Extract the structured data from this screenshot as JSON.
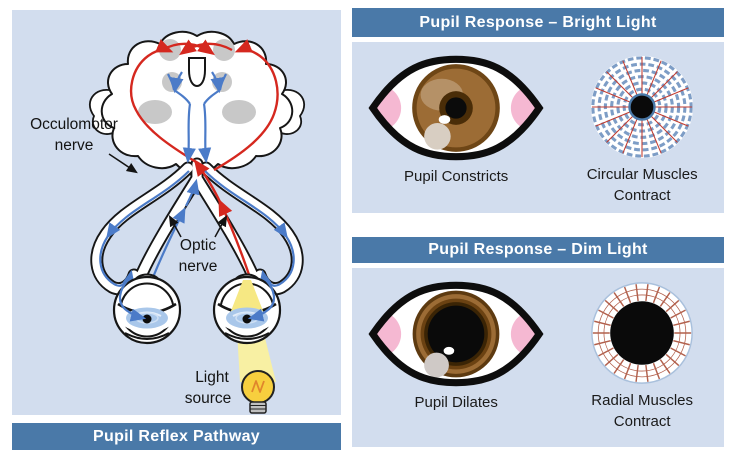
{
  "left_panel": {
    "banner": "Pupil Reflex Pathway",
    "labels": {
      "occulomotor_line1": "Occulomotor",
      "occulomotor_line2": "nerve",
      "optic_line1": "Optic",
      "optic_line2": "nerve",
      "light_line1": "Light",
      "light_line2": "source"
    }
  },
  "bright_panel": {
    "header": "Pupil Response – Bright Light",
    "eye_caption": "Pupil Constricts",
    "muscle_caption_line1": "Circular Muscles",
    "muscle_caption_line2": "Contract"
  },
  "dim_panel": {
    "header": "Pupil Response – Dim Light",
    "eye_caption": "Pupil Dilates",
    "muscle_caption_line1": "Radial Muscles",
    "muscle_caption_line2": "Contract"
  },
  "colors": {
    "header_bar": "#4a79a8",
    "panel_background": "#d2ddee",
    "pathway_red": "#d5281f",
    "pathway_blue": "#4b7bc8",
    "iris_brown": "#9c6c35",
    "pupil_black": "#0d0d0d",
    "eye_corner_pink": "#f5b8d2",
    "light_yellow": "#f7cf3e",
    "muscle_ring_blue": "#7d9dc6",
    "muscle_radial_red": "#b2604c",
    "nucleus_gray": "#c8c8c8"
  }
}
